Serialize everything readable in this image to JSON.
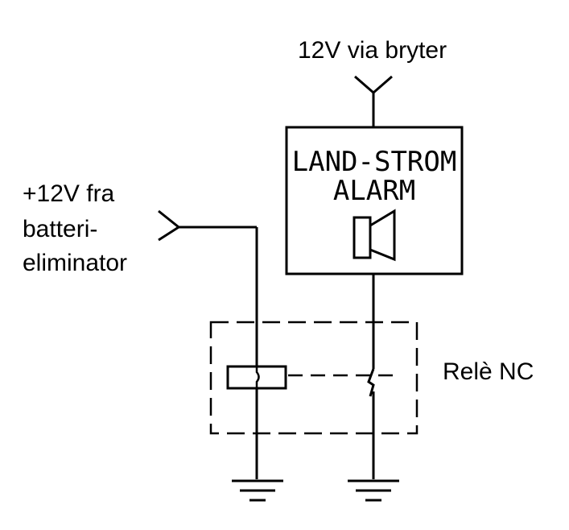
{
  "labels": {
    "supply_switched": "12V via bryter",
    "supply_battery_line1": "+12V fra",
    "supply_battery_line2": "batteri-",
    "supply_battery_line3": "eliminator",
    "relay": "Relè NC",
    "alarm_line1": "LAND-STROM",
    "alarm_line2": "ALARM"
  },
  "icons": {
    "speaker": "speaker-icon",
    "ground_left": "ground-icon",
    "ground_right": "ground-icon"
  }
}
